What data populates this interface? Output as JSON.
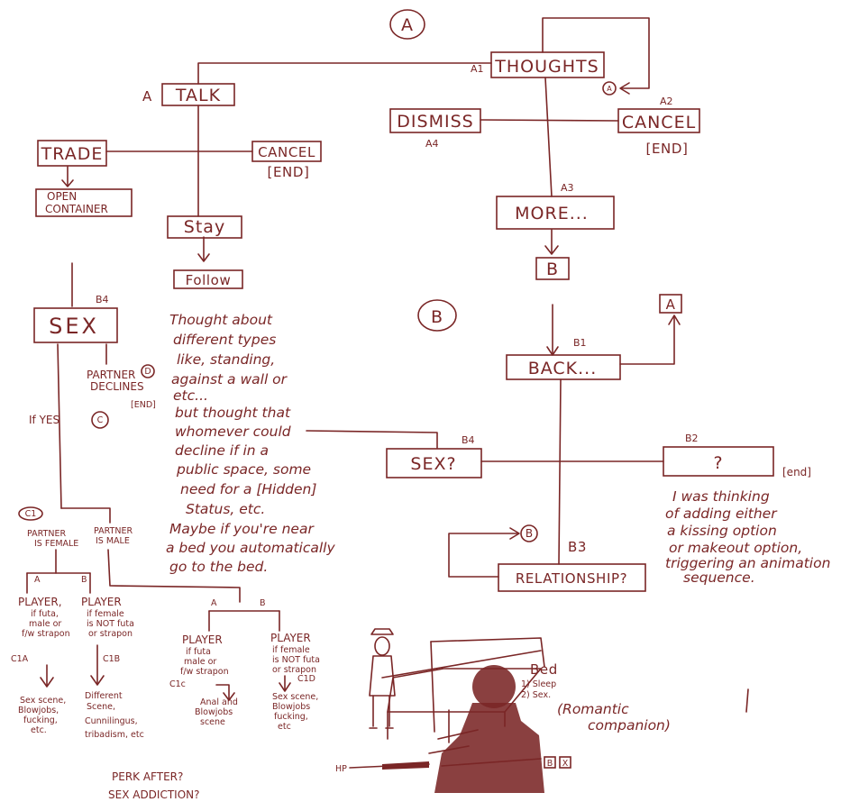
{
  "colors": {
    "ink": "#7a2626",
    "background": "#ffffff"
  },
  "section_labels": {
    "a": "A",
    "b": "B"
  },
  "nodes": {
    "thoughts": {
      "label": "THOUGHTS",
      "tag": "A1"
    },
    "talk": {
      "label": "TALK",
      "tag": "A"
    },
    "dismiss": {
      "label": "DISMISS",
      "tag": "A4"
    },
    "cancel_a2": {
      "label": "CANCEL",
      "tag": "A2",
      "sub": "[END]"
    },
    "trade": {
      "label": "TRADE"
    },
    "cancel_talk": {
      "label": "CANCEL",
      "sub": "[END]"
    },
    "open_container": {
      "line1": "OPEN",
      "line2": "CONTAINER"
    },
    "stay": {
      "label": "Stay"
    },
    "follow": {
      "label": "Follow"
    },
    "more": {
      "label": "MORE...",
      "tag": "A3"
    },
    "b_link": {
      "label": "B"
    },
    "sex_main": {
      "label": "SEX",
      "tag": "B4"
    },
    "back": {
      "label": "BACK...",
      "tag": "B1"
    },
    "a_link": {
      "label": "A"
    },
    "sex_q": {
      "label": "SEX?",
      "tag": "B4"
    },
    "unknown": {
      "label": "?",
      "tag": "B2",
      "sub": "[end]"
    },
    "relationship": {
      "label": "RELATIONSHIP?",
      "tag": "B3"
    },
    "loop_b": {
      "label": "B"
    },
    "loop_a": {
      "label": "A"
    }
  },
  "sex_tree": {
    "partner_declines": {
      "line1": "PARTNER",
      "line2": "DECLINES",
      "marker": "D",
      "end": "[END]"
    },
    "if_yes": {
      "label": "If YES",
      "marker": "C"
    },
    "c1": "C1",
    "partner_female": {
      "line1": "PARTNER",
      "line2": "IS FEMALE"
    },
    "partner_male": {
      "line1": "PARTNER",
      "line2": "IS MALE"
    },
    "branch_a1": "A",
    "branch_b1": "B",
    "branch_a2": "A",
    "branch_b2": "B",
    "c1a": {
      "title": "PLAYER,",
      "cond": [
        "if futa,",
        "male or",
        "f/w strapon"
      ],
      "tag": "C1A",
      "result": [
        "Sex scene,",
        "Blowjobs,",
        "fucking,",
        "etc."
      ]
    },
    "c1b": {
      "title": "PLAYER",
      "cond": [
        "if female",
        "is NOT futa",
        "or strapon"
      ],
      "tag": "C1B",
      "result": [
        "Different",
        "Scene,",
        "Cunnilingus,",
        "tribadism, etc"
      ]
    },
    "c1c": {
      "title": "PLAYER",
      "cond": [
        "if futa",
        "male or",
        "f/w strapon"
      ],
      "tag": "C1c",
      "result": [
        "Anal and",
        "Blowjobs",
        "scene"
      ]
    },
    "c1d": {
      "title": "PLAYER",
      "cond": [
        "if female",
        "is NOT futa",
        "or strapon"
      ],
      "tag": "C1D",
      "result": [
        "Sex scene,",
        "Blowjobs",
        "fucking,",
        "etc"
      ]
    }
  },
  "notes": {
    "positions": [
      "Thought about",
      "different types",
      "like, standing,",
      "against a wall or",
      "etc...",
      "but thought that",
      "whomever could",
      "decline if in a",
      "public space, some",
      "need for a [Hidden]",
      "Status, etc.",
      "Maybe if you're near",
      "a bed you automatically",
      "go to the bed."
    ],
    "kissing": [
      "I was thinking",
      "of adding either",
      "a kissing option",
      "or makeout option,",
      "triggering an animation",
      "sequence."
    ],
    "perk": [
      "PERK AFTER?",
      "SEX ADDICTION?"
    ]
  },
  "sketch": {
    "bed_label": "Bed",
    "bed_options": [
      "1) Sleep",
      "2) Sex."
    ],
    "companion": [
      "(Romantic",
      "companion)"
    ],
    "hp": "HP",
    "icons": [
      "B",
      "X"
    ]
  }
}
